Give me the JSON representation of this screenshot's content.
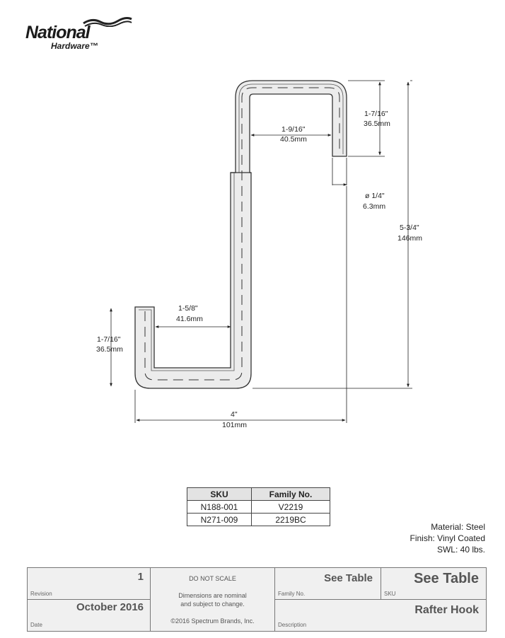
{
  "logo": {
    "name": "National",
    "subname": "Hardware™"
  },
  "dimensions": {
    "top_height": {
      "imperial": "1-7/16\"",
      "metric": "36.5mm"
    },
    "top_width": {
      "imperial": "1-9/16\"",
      "metric": "40.5mm"
    },
    "diameter": {
      "imperial": "ø 1/4\"",
      "metric": "6.3mm"
    },
    "overall_height": {
      "imperial": "5-3/4\"",
      "metric": "146mm"
    },
    "bottom_width": {
      "imperial": "1-5/8\"",
      "metric": "41.6mm"
    },
    "bottom_height": {
      "imperial": "1-7/16\"",
      "metric": "36.5mm"
    },
    "overall_width": {
      "imperial": "4\"",
      "metric": "101mm"
    }
  },
  "sku_table": {
    "headers": [
      "SKU",
      "Family No."
    ],
    "rows": [
      [
        "N188-001",
        "V2219"
      ],
      [
        "N271-009",
        "2219BC"
      ]
    ]
  },
  "specs": {
    "material": "Material: Steel",
    "finish": "Finish: Vinyl Coated",
    "swl": "SWL: 40 lbs."
  },
  "title_block": {
    "revision_value": "1",
    "revision_label": "Revision",
    "date_value": "October 2016",
    "date_label": "Date",
    "do_not_scale": "DO NOT SCALE",
    "dimensions_note_1": "Dimensions are nominal",
    "dimensions_note_2": "and subject to change.",
    "copyright": "©2016 Spectrum Brands, Inc.",
    "family_value": "See Table",
    "family_label": "Family No.",
    "sku_value": "See Table",
    "sku_label": "SKU",
    "description_value": "Rafter Hook",
    "description_label": "Description"
  }
}
